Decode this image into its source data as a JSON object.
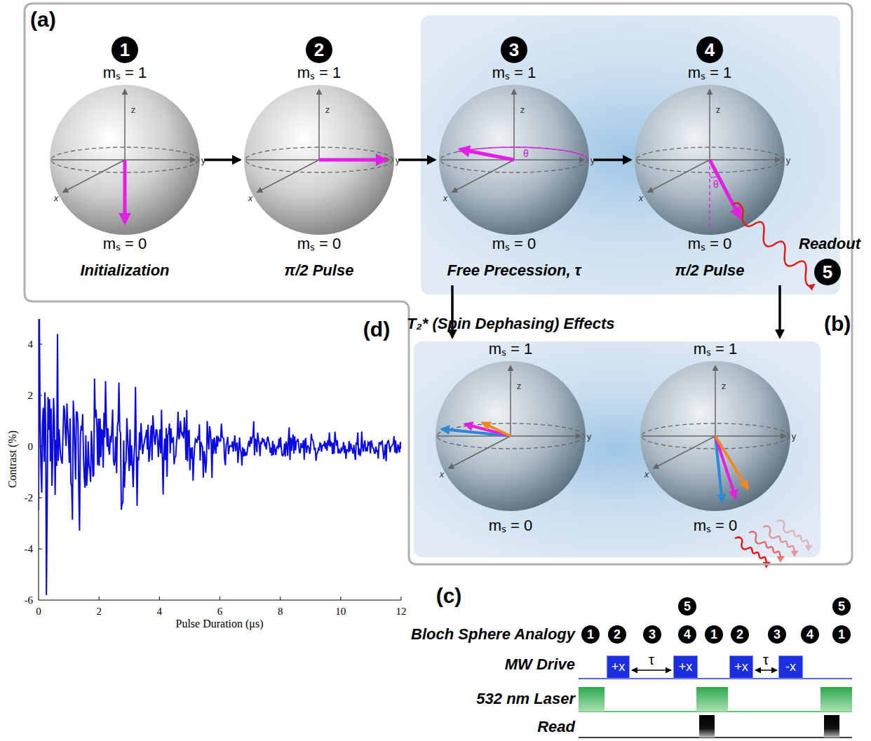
{
  "diagram": {
    "nodes": [
      {
        "text": [
          "(a)"
        ]
      },
      {
        "text": [
          "1"
        ],
        "in": 0
      },
      {
        "text": [
          "mₛ = 1",
          "mₛ = 0",
          "Initialization"
        ],
        "in": 0
      },
      {
        "text": [
          "2"
        ],
        "in": 0
      },
      {
        "text": [
          "mₛ = 1",
          "mₛ = 0",
          "π/2 Pulse"
        ],
        "in": 0
      },
      {
        "text": [
          "3"
        ],
        "in": 0
      },
      {
        "text": [
          "mₛ = 1",
          "mₛ = 0",
          "Free Precession, τ"
        ],
        "in": 0
      },
      {
        "text": [
          "4"
        ],
        "in": 0
      },
      {
        "text": [
          "mₛ = 1",
          "mₛ = 0",
          "π/2 Pulse"
        ],
        "in": 0
      },
      {
        "text": [
          "5"
        ],
        "in": 0
      },
      {
        "text": [
          "T₂* (Spin Dephasing) Effects",
          "(b)"
        ],
        "in": 0
      },
      {
        "text": [
          "mₛ = 1",
          "mₛ = 0"
        ],
        "in": 10
      },
      {
        "text": [
          "mₛ = 1",
          "mₛ = 0"
        ],
        "in": 10
      },
      {
        "text": [
          "5"
        ]
      },
      {
        "text": [
          "5"
        ]
      },
      {
        "text": [
          "1"
        ]
      },
      {
        "text": [
          "2"
        ]
      },
      {
        "text": [
          "3"
        ]
      },
      {
        "text": [
          "4"
        ]
      },
      {
        "text": [
          "1"
        ]
      },
      {
        "text": [
          "2"
        ]
      },
      {
        "text": [
          "3"
        ]
      },
      {
        "text": [
          "4"
        ]
      },
      {
        "text": [
          "1"
        ]
      },
      {
        "text": [
          "+x"
        ]
      },
      {
        "text": [
          "+x"
        ]
      },
      {
        "text": [
          "+x"
        ]
      },
      {
        "text": [
          "-x"
        ]
      }
    ],
    "edges": [
      {
        "from": 2,
        "to": 4,
        "arrow": "to"
      },
      {
        "from": 4,
        "to": 6,
        "arrow": "to"
      },
      {
        "from": 6,
        "to": 8,
        "arrow": "to"
      },
      {
        "from": 6,
        "to": 11,
        "arrow": "to"
      },
      {
        "from": 8,
        "to": 12,
        "arrow": "to"
      }
    ],
    "labels": [
      "z",
      "y",
      "x",
      "z",
      "y",
      "x",
      "z",
      "y",
      "x",
      "θ",
      "z",
      "y",
      "x",
      "θ",
      "Readout",
      "z",
      "y",
      "x",
      "z",
      "y",
      "x",
      "(d)",
      "4",
      "2",
      "0",
      "-2",
      "-4",
      "-6",
      "0",
      "2",
      "4",
      "6",
      "8",
      "10",
      "12",
      "Contrast (%)",
      "Pulse Duration (μs)",
      "(c)",
      "Bloch Sphere Analogy",
      "MW Drive",
      "532 nm Laser",
      "Read",
      "τ",
      "τ"
    ]
  }
}
